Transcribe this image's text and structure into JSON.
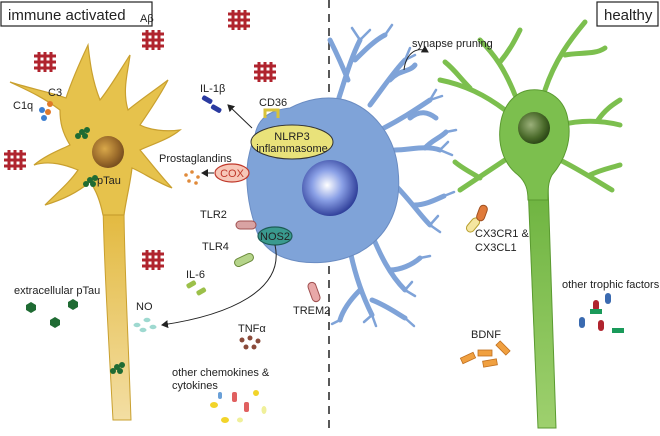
{
  "panels": {
    "left_title": "immune activated",
    "right_title": "healthy"
  },
  "labels": {
    "abeta": "Aβ",
    "c1q": "C1q",
    "c3": "C3",
    "ptau": "pTau",
    "il1b": "IL-1β",
    "cd36": "CD36",
    "nlrp3_line1": "NLRP3",
    "nlrp3_line2": "inflammasome",
    "prostaglandins": "Prostaglandins",
    "cox": "COX",
    "tlr2": "TLR2",
    "tlr4": "TLR4",
    "nos2": "NOS2",
    "il6": "IL-6",
    "extracellular_ptau": "extracellular pTau",
    "no": "NO",
    "trem2": "TREM2",
    "tnfa": "TNFα",
    "chemokines_line1": "other chemokines &",
    "chemokines_line2": "cytokines",
    "synapse_pruning": "synapse pruning",
    "cx3cr1_line1": "CX3CR1 &",
    "cx3cl1_line2": "CX3CL1",
    "bdnf": "BDNF",
    "trophic": "other trophic factors"
  },
  "colors": {
    "unhealthy_neuron": "#e6c24c",
    "healthy_neuron": "#7cbf4e",
    "microglia": "#7fa3d8",
    "amyloid": "#b0242e",
    "ptau": "#1f6b33",
    "cox_fill": "#f7c7b8",
    "nlrp3_fill": "#e9e27a",
    "nos2_fill": "#3a9a8e"
  }
}
